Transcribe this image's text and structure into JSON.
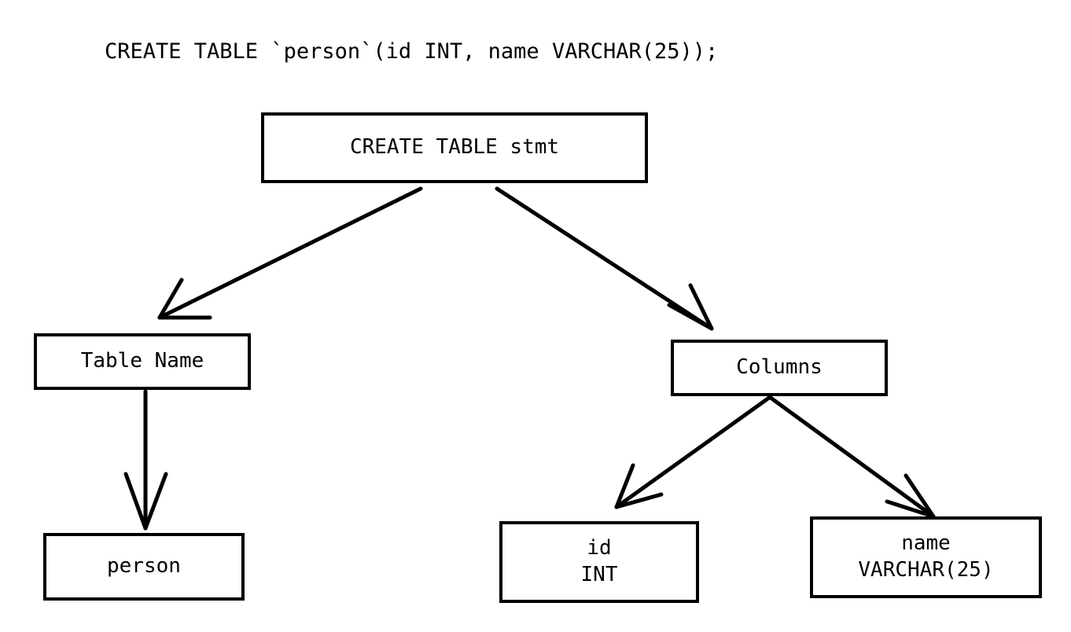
{
  "diagram": {
    "title": "CREATE TABLE `person`(id INT, name VARCHAR(25));",
    "background_color": "#ffffff",
    "stroke_color": "#000000",
    "nodes": [
      {
        "id": "root",
        "label": "CREATE TABLE stmt",
        "line1": "CREATE TABLE stmt",
        "line2": ""
      },
      {
        "id": "tablename",
        "label": "Table Name",
        "line1": "Table Name",
        "line2": ""
      },
      {
        "id": "columns",
        "label": "Columns",
        "line1": "Columns",
        "line2": ""
      },
      {
        "id": "person",
        "label": "person",
        "line1": "person",
        "line2": ""
      },
      {
        "id": "idcol",
        "label": "id INT",
        "line1": "id",
        "line2": "INT"
      },
      {
        "id": "namecol",
        "label": "name VARCHAR(25)",
        "line1": "name",
        "line2": "VARCHAR(25)"
      }
    ],
    "edges": [
      {
        "from": "root",
        "to": "tablename",
        "arrow": "open-v"
      },
      {
        "from": "root",
        "to": "columns",
        "arrow": "open-v"
      },
      {
        "from": "tablename",
        "to": "person",
        "arrow": "open-v"
      },
      {
        "from": "columns",
        "to": "idcol",
        "arrow": "open-v"
      },
      {
        "from": "columns",
        "to": "namecol",
        "arrow": "open-v"
      }
    ]
  }
}
